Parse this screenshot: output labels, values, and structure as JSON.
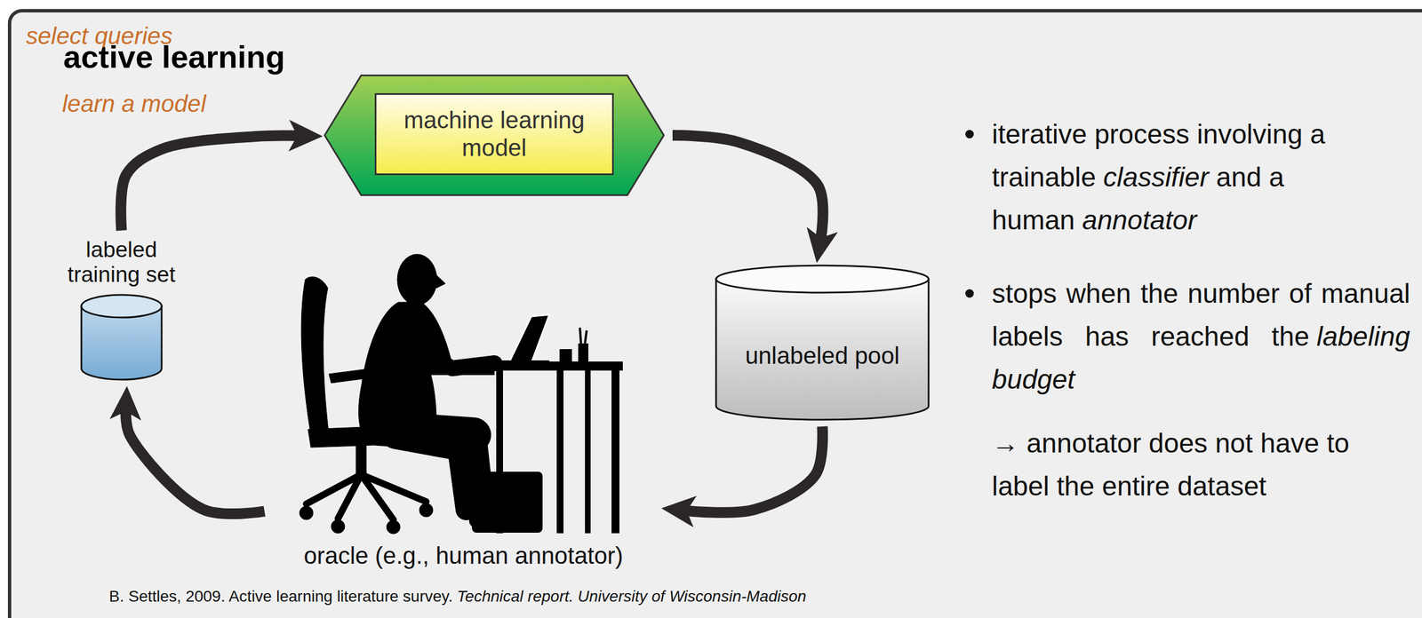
{
  "diagram": {
    "title": "active learning",
    "nodes": [
      {
        "text": [
          "machine learning model"
        ]
      },
      {
        "text": [
          "labeled training set"
        ]
      },
      {
        "text": [
          "unlabeled pool"
        ]
      },
      {
        "text": [
          "oracle (e.g., human annotator)"
        ]
      }
    ],
    "edges": [
      {
        "from": 1,
        "to": 0,
        "arrow": "to",
        "label": "learn a model"
      },
      {
        "from": 0,
        "to": 2,
        "arrow": "to"
      },
      {
        "from": 2,
        "to": 3,
        "arrow": "to",
        "label": "select queries"
      },
      {
        "from": 3,
        "to": 1,
        "arrow": "to"
      }
    ],
    "labels": [
      "iterative process involving a trainable",
      "classifier",
      "and a human",
      "annotator",
      "stops when the number of manual labels has reached the",
      "labeling budget",
      "→ annotator does not have to label the entire dataset",
      "B. Settles, 2009. Active learning literature survey.",
      "Technical report. University of Wisconsin-Madison"
    ]
  }
}
